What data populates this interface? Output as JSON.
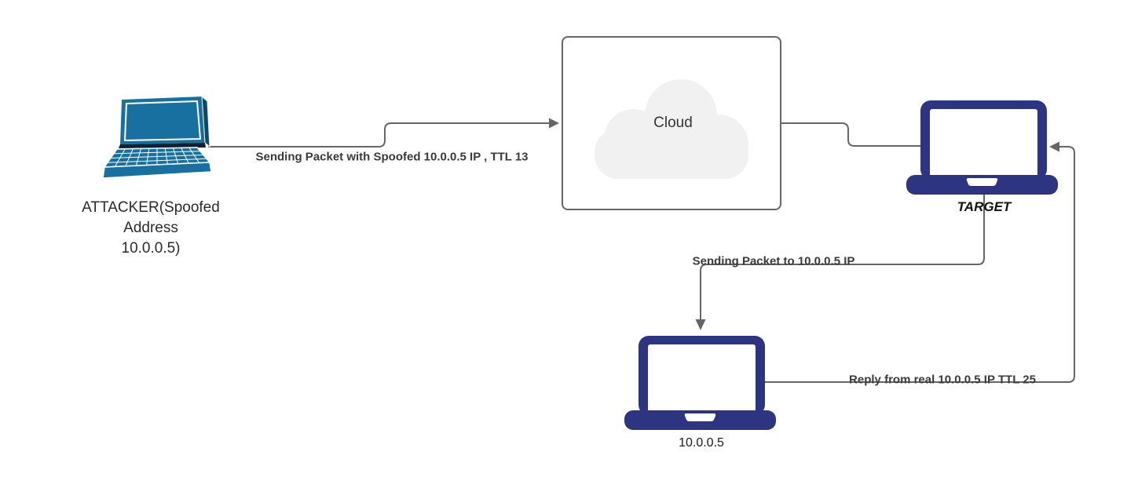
{
  "diagram": {
    "title": "IP spoofing network diagram",
    "nodes": {
      "attacker": {
        "label": "ATTACKER(Spoofed\nAddress\n10.0.0.5)",
        "icon": "laptop-3d-icon"
      },
      "cloud": {
        "label": "Cloud",
        "icon": "cloud-icon"
      },
      "target": {
        "label": "TARGET",
        "icon": "laptop-icon"
      },
      "real_host": {
        "label": "10.0.0.5",
        "icon": "laptop-icon"
      }
    },
    "edges": {
      "attacker_to_cloud": {
        "label": "Sending Packet with Spoofed 10.0.0.5 IP , TTL 13",
        "from": "attacker",
        "to": "cloud",
        "arrow": "right"
      },
      "cloud_to_target": {
        "from": "cloud",
        "to": "target",
        "arrow": "none"
      },
      "target_to_real_host": {
        "label": "Sending Packet to 10.0.0.5 IP",
        "from": "target",
        "to": "real_host",
        "arrow": "down"
      },
      "real_host_to_target": {
        "label": "Reply from real 10.0.0.5 IP TTL 25",
        "from": "real_host",
        "to": "target",
        "arrow": "left"
      }
    },
    "colors": {
      "connector": "#666666",
      "laptop-navy": "#2d3583",
      "laptop-teal": "#17709f",
      "laptop-teal-dark": "#0c4a6b",
      "laptop-hinge-dark": "#10222f",
      "cloud-fill": "#f1f1f1",
      "cloud-border": "#666666",
      "edge-label": "#3a3a3a",
      "node-label": "#2b2b2b"
    }
  }
}
